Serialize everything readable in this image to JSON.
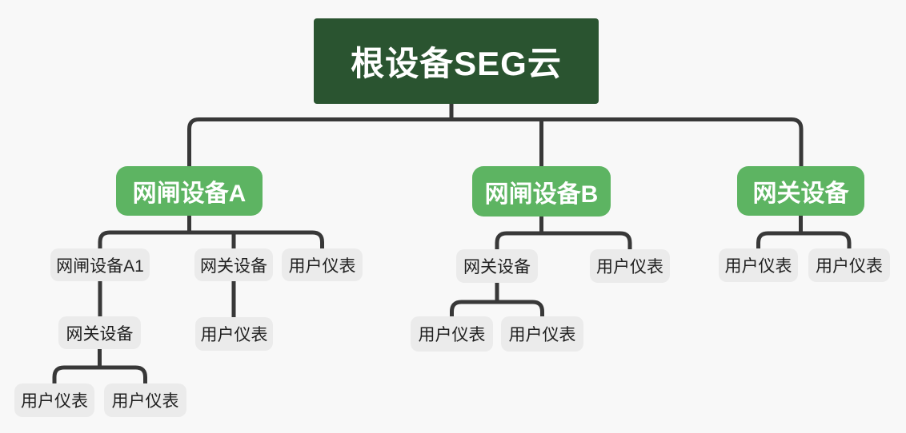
{
  "diagram": {
    "type": "org-tree",
    "background_color": "#f8f8f8",
    "connector_color": "#383838",
    "node_colors": {
      "root_bg": "#2a5430",
      "root_text": "#ffffff",
      "branch_bg": "#5db462",
      "branch_text": "#ffffff",
      "leaf_bg": "#ebebeb",
      "leaf_text": "#1f1f1f"
    }
  },
  "tree": {
    "label": "根设备SEG云",
    "children": [
      {
        "label": "网闸设备A",
        "children": [
          {
            "label": "网闸设备A1",
            "children": [
              {
                "label": "网关设备",
                "children": [
                  {
                    "label": "用户仪表"
                  },
                  {
                    "label": "用户仪表"
                  }
                ]
              }
            ]
          },
          {
            "label": "网关设备",
            "children": [
              {
                "label": "用户仪表"
              }
            ]
          },
          {
            "label": "用户仪表"
          }
        ]
      },
      {
        "label": "网闸设备B",
        "children": [
          {
            "label": "网关设备",
            "children": [
              {
                "label": "用户仪表"
              },
              {
                "label": "用户仪表"
              }
            ]
          },
          {
            "label": "用户仪表"
          }
        ]
      },
      {
        "label": "网关设备",
        "children": [
          {
            "label": "用户仪表"
          },
          {
            "label": "用户仪表"
          }
        ]
      }
    ]
  }
}
